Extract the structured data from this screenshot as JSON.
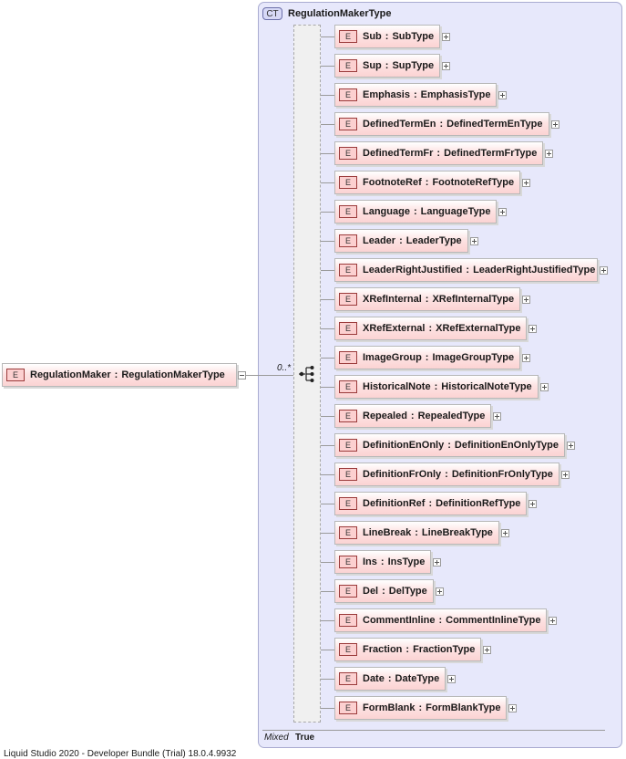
{
  "root": {
    "badge": "E",
    "name": "RegulationMaker",
    "separator": ":",
    "type": "RegulationMakerType"
  },
  "complex_type": {
    "badge": "CT",
    "name": "RegulationMakerType",
    "multiplicity": "0..*",
    "mixed_label": "Mixed",
    "mixed_value": "True",
    "icons": [
      "sequence-compositor-icon",
      "collapse-icon",
      "expand-icon"
    ],
    "children": [
      {
        "badge": "E",
        "name": "Sub",
        "separator": ":",
        "type": "SubType"
      },
      {
        "badge": "E",
        "name": "Sup",
        "separator": ":",
        "type": "SupType"
      },
      {
        "badge": "E",
        "name": "Emphasis",
        "separator": ":",
        "type": "EmphasisType"
      },
      {
        "badge": "E",
        "name": "DefinedTermEn",
        "separator": ":",
        "type": "DefinedTermEnType"
      },
      {
        "badge": "E",
        "name": "DefinedTermFr",
        "separator": ":",
        "type": "DefinedTermFrType"
      },
      {
        "badge": "E",
        "name": "FootnoteRef",
        "separator": ":",
        "type": "FootnoteRefType"
      },
      {
        "badge": "E",
        "name": "Language",
        "separator": ":",
        "type": "LanguageType"
      },
      {
        "badge": "E",
        "name": "Leader",
        "separator": ":",
        "type": "LeaderType"
      },
      {
        "badge": "E",
        "name": "LeaderRightJustified",
        "separator": ":",
        "type": "LeaderRightJustifiedType"
      },
      {
        "badge": "E",
        "name": "XRefInternal",
        "separator": ":",
        "type": "XRefInternalType"
      },
      {
        "badge": "E",
        "name": "XRefExternal",
        "separator": ":",
        "type": "XRefExternalType"
      },
      {
        "badge": "E",
        "name": "ImageGroup",
        "separator": ":",
        "type": "ImageGroupType"
      },
      {
        "badge": "E",
        "name": "HistoricalNote",
        "separator": ":",
        "type": "HistoricalNoteType"
      },
      {
        "badge": "E",
        "name": "Repealed",
        "separator": ":",
        "type": "RepealedType"
      },
      {
        "badge": "E",
        "name": "DefinitionEnOnly",
        "separator": ":",
        "type": "DefinitionEnOnlyType"
      },
      {
        "badge": "E",
        "name": "DefinitionFrOnly",
        "separator": ":",
        "type": "DefinitionFrOnlyType"
      },
      {
        "badge": "E",
        "name": "DefinitionRef",
        "separator": ":",
        "type": "DefinitionRefType"
      },
      {
        "badge": "E",
        "name": "LineBreak",
        "separator": ":",
        "type": "LineBreakType"
      },
      {
        "badge": "E",
        "name": "Ins",
        "separator": ":",
        "type": "InsType"
      },
      {
        "badge": "E",
        "name": "Del",
        "separator": ":",
        "type": "DelType"
      },
      {
        "badge": "E",
        "name": "CommentInline",
        "separator": ":",
        "type": "CommentInlineType"
      },
      {
        "badge": "E",
        "name": "Fraction",
        "separator": ":",
        "type": "FractionType"
      },
      {
        "badge": "E",
        "name": "Date",
        "separator": ":",
        "type": "DateType"
      },
      {
        "badge": "E",
        "name": "FormBlank",
        "separator": ":",
        "type": "FormBlankType"
      }
    ]
  },
  "status_bar": "Liquid Studio 2020 - Developer Bundle (Trial) 18.0.4.9932"
}
